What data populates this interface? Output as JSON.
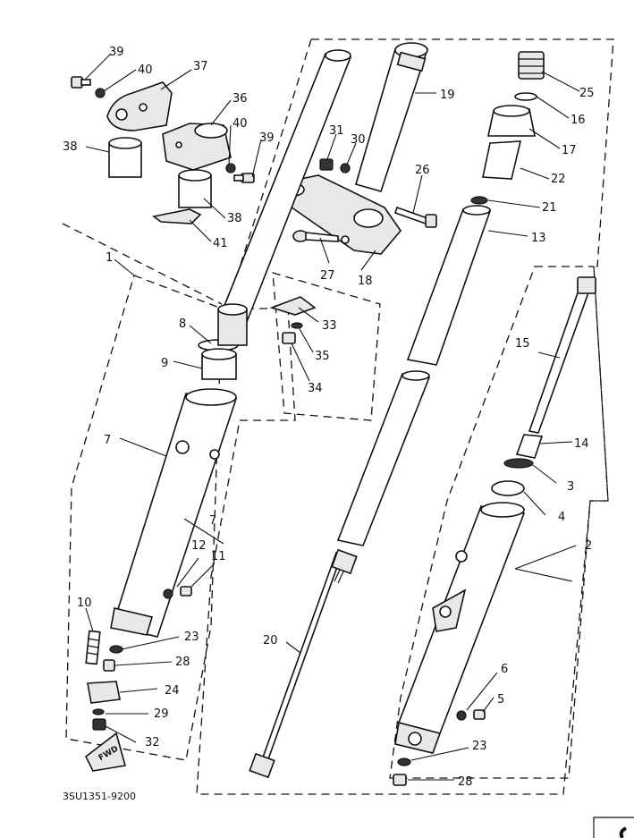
{
  "diagram": {
    "drawing_code": "3SU1351-9200",
    "direction_tag": "FWD",
    "callouts": [
      {
        "id": "c39a",
        "text": "39"
      },
      {
        "id": "c40a",
        "text": "40"
      },
      {
        "id": "c37",
        "text": "37"
      },
      {
        "id": "c36",
        "text": "36"
      },
      {
        "id": "c40b",
        "text": "40"
      },
      {
        "id": "c39b",
        "text": "39"
      },
      {
        "id": "c38a",
        "text": "38"
      },
      {
        "id": "c38b",
        "text": "38"
      },
      {
        "id": "c41",
        "text": "41"
      },
      {
        "id": "c31",
        "text": "31"
      },
      {
        "id": "c30",
        "text": "30"
      },
      {
        "id": "c19",
        "text": "19"
      },
      {
        "id": "c25",
        "text": "25"
      },
      {
        "id": "c16",
        "text": "16"
      },
      {
        "id": "c17",
        "text": "17"
      },
      {
        "id": "c22",
        "text": "22"
      },
      {
        "id": "c21",
        "text": "21"
      },
      {
        "id": "c26",
        "text": "26"
      },
      {
        "id": "c13",
        "text": "13"
      },
      {
        "id": "c27",
        "text": "27"
      },
      {
        "id": "c18",
        "text": "18"
      },
      {
        "id": "c1",
        "text": "1"
      },
      {
        "id": "c33",
        "text": "33"
      },
      {
        "id": "c35",
        "text": "35"
      },
      {
        "id": "c34",
        "text": "34"
      },
      {
        "id": "c8",
        "text": "8"
      },
      {
        "id": "c9",
        "text": "9"
      },
      {
        "id": "c15",
        "text": "15"
      },
      {
        "id": "c14",
        "text": "14"
      },
      {
        "id": "c3",
        "text": "3"
      },
      {
        "id": "c4",
        "text": "4"
      },
      {
        "id": "c2",
        "text": "2"
      },
      {
        "id": "c7a",
        "text": "7"
      },
      {
        "id": "c7b",
        "text": "7"
      },
      {
        "id": "c12",
        "text": "12"
      },
      {
        "id": "c11",
        "text": "11"
      },
      {
        "id": "c10",
        "text": "10"
      },
      {
        "id": "c23a",
        "text": "23"
      },
      {
        "id": "c28a",
        "text": "28"
      },
      {
        "id": "c24",
        "text": "24"
      },
      {
        "id": "c29",
        "text": "29"
      },
      {
        "id": "c32",
        "text": "32"
      },
      {
        "id": "c20",
        "text": "20"
      },
      {
        "id": "c6",
        "text": "6"
      },
      {
        "id": "c5",
        "text": "5"
      },
      {
        "id": "c23b",
        "text": "23"
      },
      {
        "id": "c28b",
        "text": "28"
      }
    ]
  }
}
